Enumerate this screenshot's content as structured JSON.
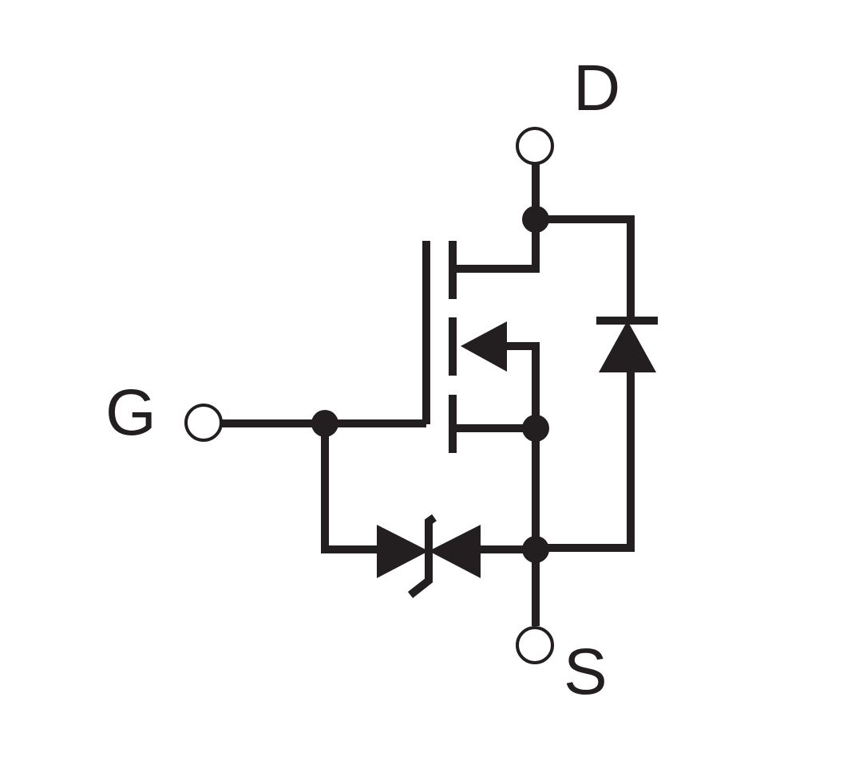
{
  "diagram": {
    "type": "N-channel MOSFET schematic symbol with gate-source bidirectional Zener protection and body diode",
    "line_color": "#231f20",
    "background": "#ffffff",
    "terminals": {
      "drain": {
        "label": "D"
      },
      "gate": {
        "label": "G"
      },
      "source": {
        "label": "S"
      }
    }
  }
}
